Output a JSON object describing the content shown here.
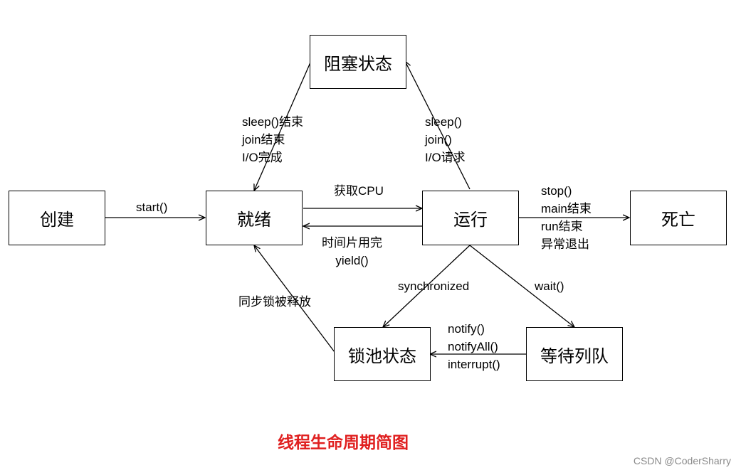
{
  "states": {
    "blocked": "阻塞状态",
    "create": "创建",
    "ready": "就绪",
    "running": "运行",
    "dead": "死亡",
    "lock_pool": "锁池状态",
    "wait_queue": "等待列队"
  },
  "transitions": {
    "start": "start()",
    "get_cpu": "获取CPU",
    "timeslice": [
      "时间片用完",
      "yield()"
    ],
    "to_blocked": [
      "sleep()",
      "join()",
      "I/O请求"
    ],
    "from_blocked": [
      "sleep()结束",
      "join结束",
      "I/O完成"
    ],
    "to_dead": [
      "stop()",
      "main结束",
      "run结束",
      "异常退出"
    ],
    "synchronized": "synchronized",
    "wait": "wait()",
    "notify": [
      "notify()",
      "notifyAll()",
      "interrupt()"
    ],
    "lock_released": "同步锁被释放"
  },
  "caption": "线程生命周期简图",
  "watermark": "CSDN @CoderSharry"
}
